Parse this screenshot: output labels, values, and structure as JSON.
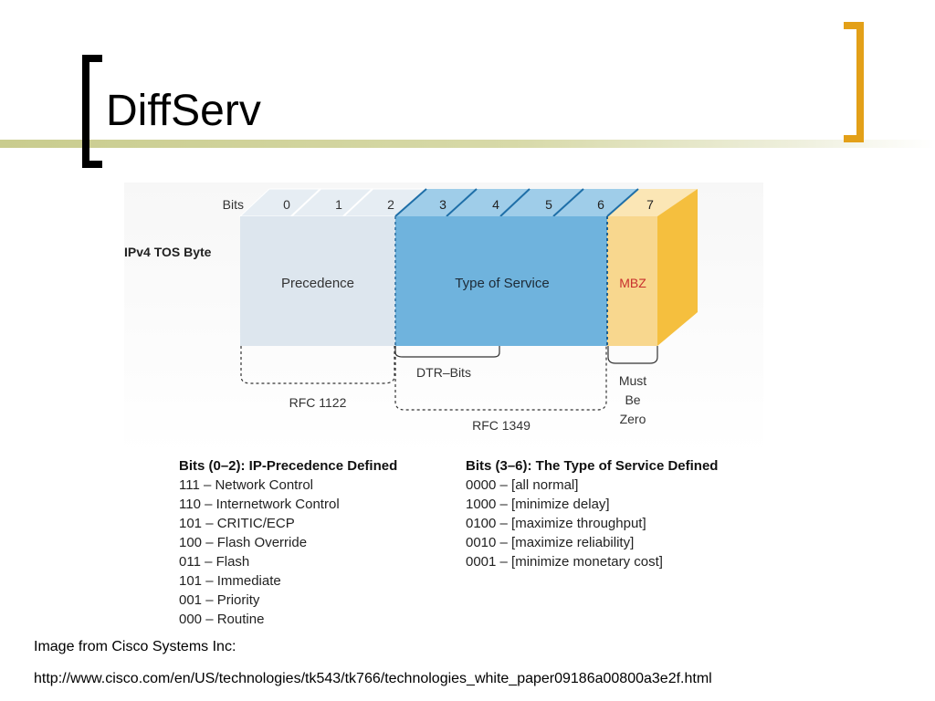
{
  "slide": {
    "title": "DiffServ",
    "caption_source": "Image from Cisco Systems Inc:",
    "caption_url": "http://www.cisco.com/en/US/technologies/tk543/tk766/technologies_white_paper09186a00800a3e2f.html"
  },
  "diagram": {
    "bits_label": "Bits",
    "bit_numbers": [
      "0",
      "1",
      "2",
      "3",
      "4",
      "5",
      "6",
      "7"
    ],
    "row_label": "IPv4 TOS Byte",
    "field_precedence": "Precedence",
    "field_tos": "Type of Service",
    "field_mbz": "MBZ",
    "brace_dtr": "DTR–Bits",
    "brace_rfc1122": "RFC 1122",
    "brace_rfc1349": "RFC 1349",
    "must_be_zero": [
      "Must",
      "Be",
      "Zero"
    ],
    "colors": {
      "precedence": "#dde6ee",
      "tos": "#6fb3dd",
      "mbz_front": "#f8d78e",
      "mbz_side": "#f5bf3e",
      "mbz_text": "#c8302e"
    }
  },
  "definitions": {
    "left_heading": "Bits (0–2): IP-Precedence Defined",
    "left_items": [
      "111 – Network Control",
      "110 – Internetwork Control",
      "101 – CRITIC/ECP",
      "100 – Flash Override",
      "011 – Flash",
      "101 – Immediate",
      "001 – Priority",
      "000 – Routine"
    ],
    "right_heading": "Bits (3–6): The Type of Service Defined",
    "right_items": [
      "0000 – [all normal]",
      "1000 – [minimize delay]",
      "0100 – [maximize throughput]",
      "0010 – [maximize reliability]",
      "0001 – [minimize monetary cost]"
    ]
  }
}
